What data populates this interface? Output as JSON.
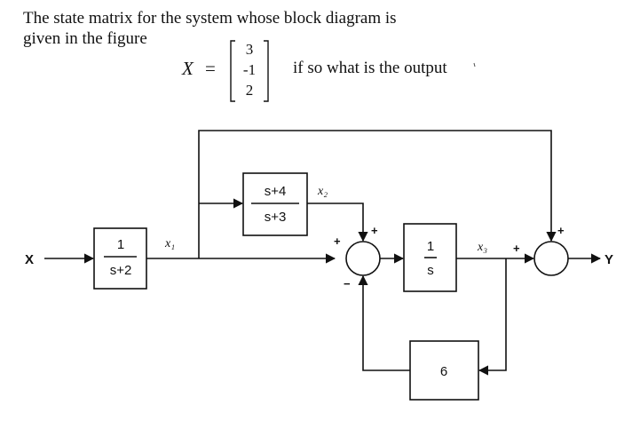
{
  "question": {
    "line1": "The state matrix for the system whose block diagram is",
    "line2": "given in the figure",
    "matrix_symbol": "X",
    "equals": "=",
    "matrix_values": [
      "3",
      "-1",
      "2"
    ],
    "tail": "if so what is the output"
  },
  "diagram": {
    "input_label": "X",
    "output_label": "Y",
    "block1": {
      "num": "1",
      "den": "s+2"
    },
    "block2": {
      "num": "s+4",
      "den": "s+3"
    },
    "block3": {
      "num": "1",
      "den": "s"
    },
    "feedback_gain": "6",
    "signals": {
      "x1": "x₁",
      "x2": "x₂",
      "x3": "x₃"
    },
    "sum1_signs": {
      "left": "+",
      "top": "+",
      "bottom": "−"
    },
    "sum2_signs": {
      "left": "+",
      "top": "+"
    }
  }
}
